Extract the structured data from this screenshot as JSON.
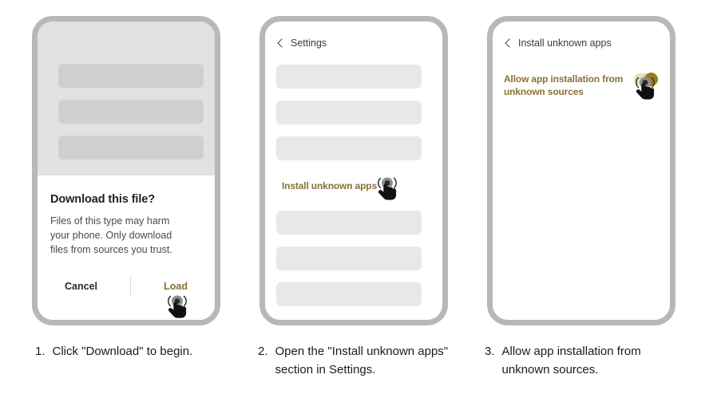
{
  "theme": {
    "accent_gold": "#8a7238",
    "switch_track": "#eadfbe",
    "switch_knob": "#9a7b20",
    "frame_gray": "#b8b8b8",
    "skeleton_dim": "#cfcfcf",
    "skeleton_light": "#e8e8e8",
    "backdrop_gray": "#e1e1e1",
    "text_dark": "#1f1f1f"
  },
  "steps": [
    {
      "number": "1.",
      "text": "Click \"Download\" to begin."
    },
    {
      "number": "2.",
      "text": "Open the \"Install unknown apps\" section in Settings."
    },
    {
      "number": "3.",
      "text": "Allow app installation from unknown sources."
    }
  ],
  "phone1": {
    "dialog": {
      "title": "Download this file?",
      "body": "Files of this type may harm your phone. Only download files from sources you trust.",
      "cancel_label": "Cancel",
      "confirm_label": "Load"
    },
    "skeleton_bar_count": 3,
    "tap_target": "Load"
  },
  "phone2": {
    "topbar": {
      "back_icon": "chevron-left-icon",
      "title": "Settings"
    },
    "highlighted_item": "Install unknown apps",
    "skeleton_bars_above": 3,
    "skeleton_bars_below": 3,
    "tap_target": "Install unknown apps"
  },
  "phone3": {
    "topbar": {
      "back_icon": "chevron-left-icon",
      "title": "Install unknown apps"
    },
    "setting": {
      "label": "Allow app installation from unknown sources",
      "toggle_state": "on",
      "toggle_icon": "toggle-switch-on-icon"
    },
    "tap_target": "Allow app installation toggle"
  },
  "icons": {
    "tap": "tap-hand-icon",
    "chevron": "chevron-left-icon"
  }
}
